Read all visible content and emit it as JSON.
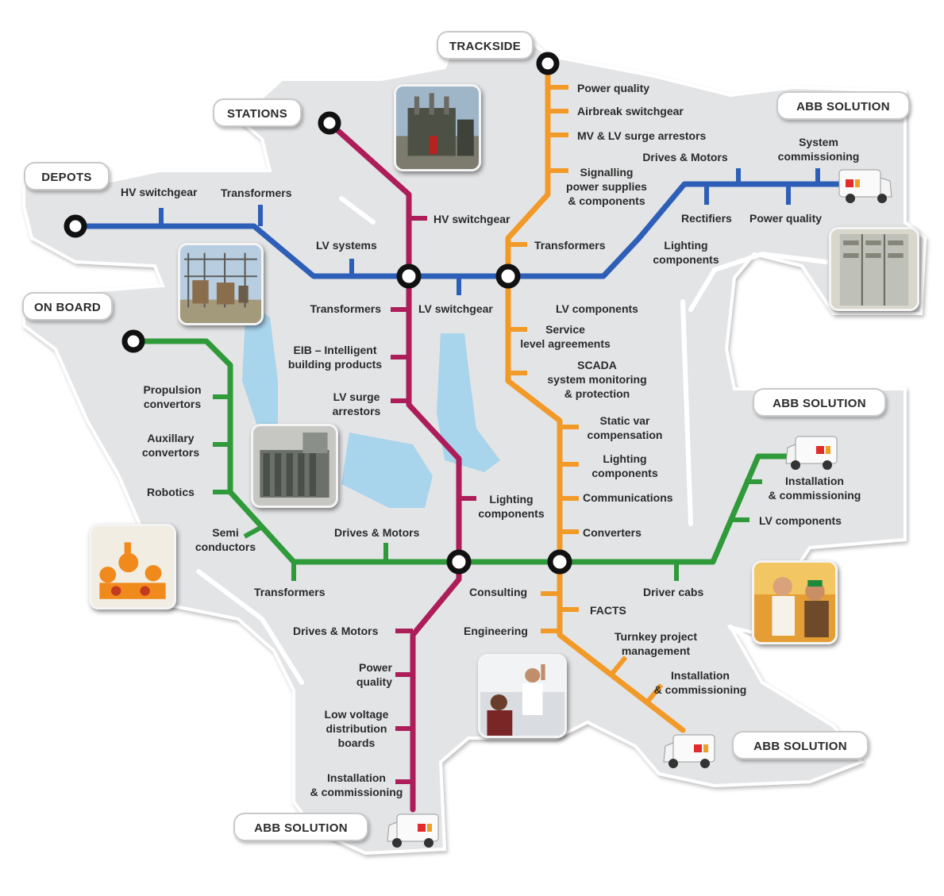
{
  "colors": {
    "background_shape": "#e3e4e6",
    "water": "#a8d4ec",
    "blue_line": "#2e5fb8",
    "red_line": "#ad1d59",
    "orange_line": "#f29a28",
    "green_line": "#2f9a3a"
  },
  "labels": {
    "trackside": "TRACKSIDE",
    "stations": "STATIONS",
    "depots": "DEPOTS",
    "on_board": "ON BOARD",
    "abb_solution": "ABB SOLUTION"
  },
  "stops": {
    "power_quality_top": "Power quality",
    "airbreak_switchgear": "Airbreak switchgear",
    "mv_lv_surge": "MV & LV surge arrestors",
    "drives_motors_top": "Drives & Motors",
    "system_commissioning": "System\ncommissioning",
    "signalling": "Signalling\npower supplies\n& components",
    "hv_switchgear_depots": "HV switchgear",
    "transformers_depots": "Transformers",
    "hv_switchgear_red": "HV switchgear",
    "rectifiers": "Rectifiers",
    "power_quality_blue": "Power quality",
    "lv_systems": "LV systems",
    "transformers_orange": "Transformers",
    "lighting_components_blue": "Lighting\ncomponents",
    "transformers_red": "Transformers",
    "lv_switchgear": "LV switchgear",
    "lv_components_blue": "LV components",
    "service_level": "Service\nlevel agreements",
    "eib": "EIB – Intelligent\nbuilding products",
    "scada": "SCADA\nsystem monitoring\n& protection",
    "propulsion": "Propulsion\nconvertors",
    "lv_surge_red": "LV surge\narrestors",
    "static_var": "Static var\ncompensation",
    "auxiliary": "Auxillary\nconvertors",
    "lighting_components_orange": "Lighting\ncomponents",
    "installation_green": "Installation\n& commissioning",
    "robotics": "Robotics",
    "lighting_components_red": "Lighting\ncomponents",
    "communications": "Communications",
    "lv_components_green": "LV components",
    "semi_conductors": "Semi\nconductors",
    "drives_motors_green": "Drives & Motors",
    "converters": "Converters",
    "transformers_green": "Transformers",
    "consulting": "Consulting",
    "driver_cabs": "Driver cabs",
    "facts": "FACTS",
    "drives_motors_red": "Drives & Motors",
    "engineering": "Engineering",
    "turnkey": "Turnkey project\nmanagement",
    "power_quality_red": "Power\nquality",
    "installation_orange": "Installation\n& commissioning",
    "low_voltage": "Low voltage\ndistribution\nboards",
    "installation_red": "Installation\n& commissioning"
  }
}
